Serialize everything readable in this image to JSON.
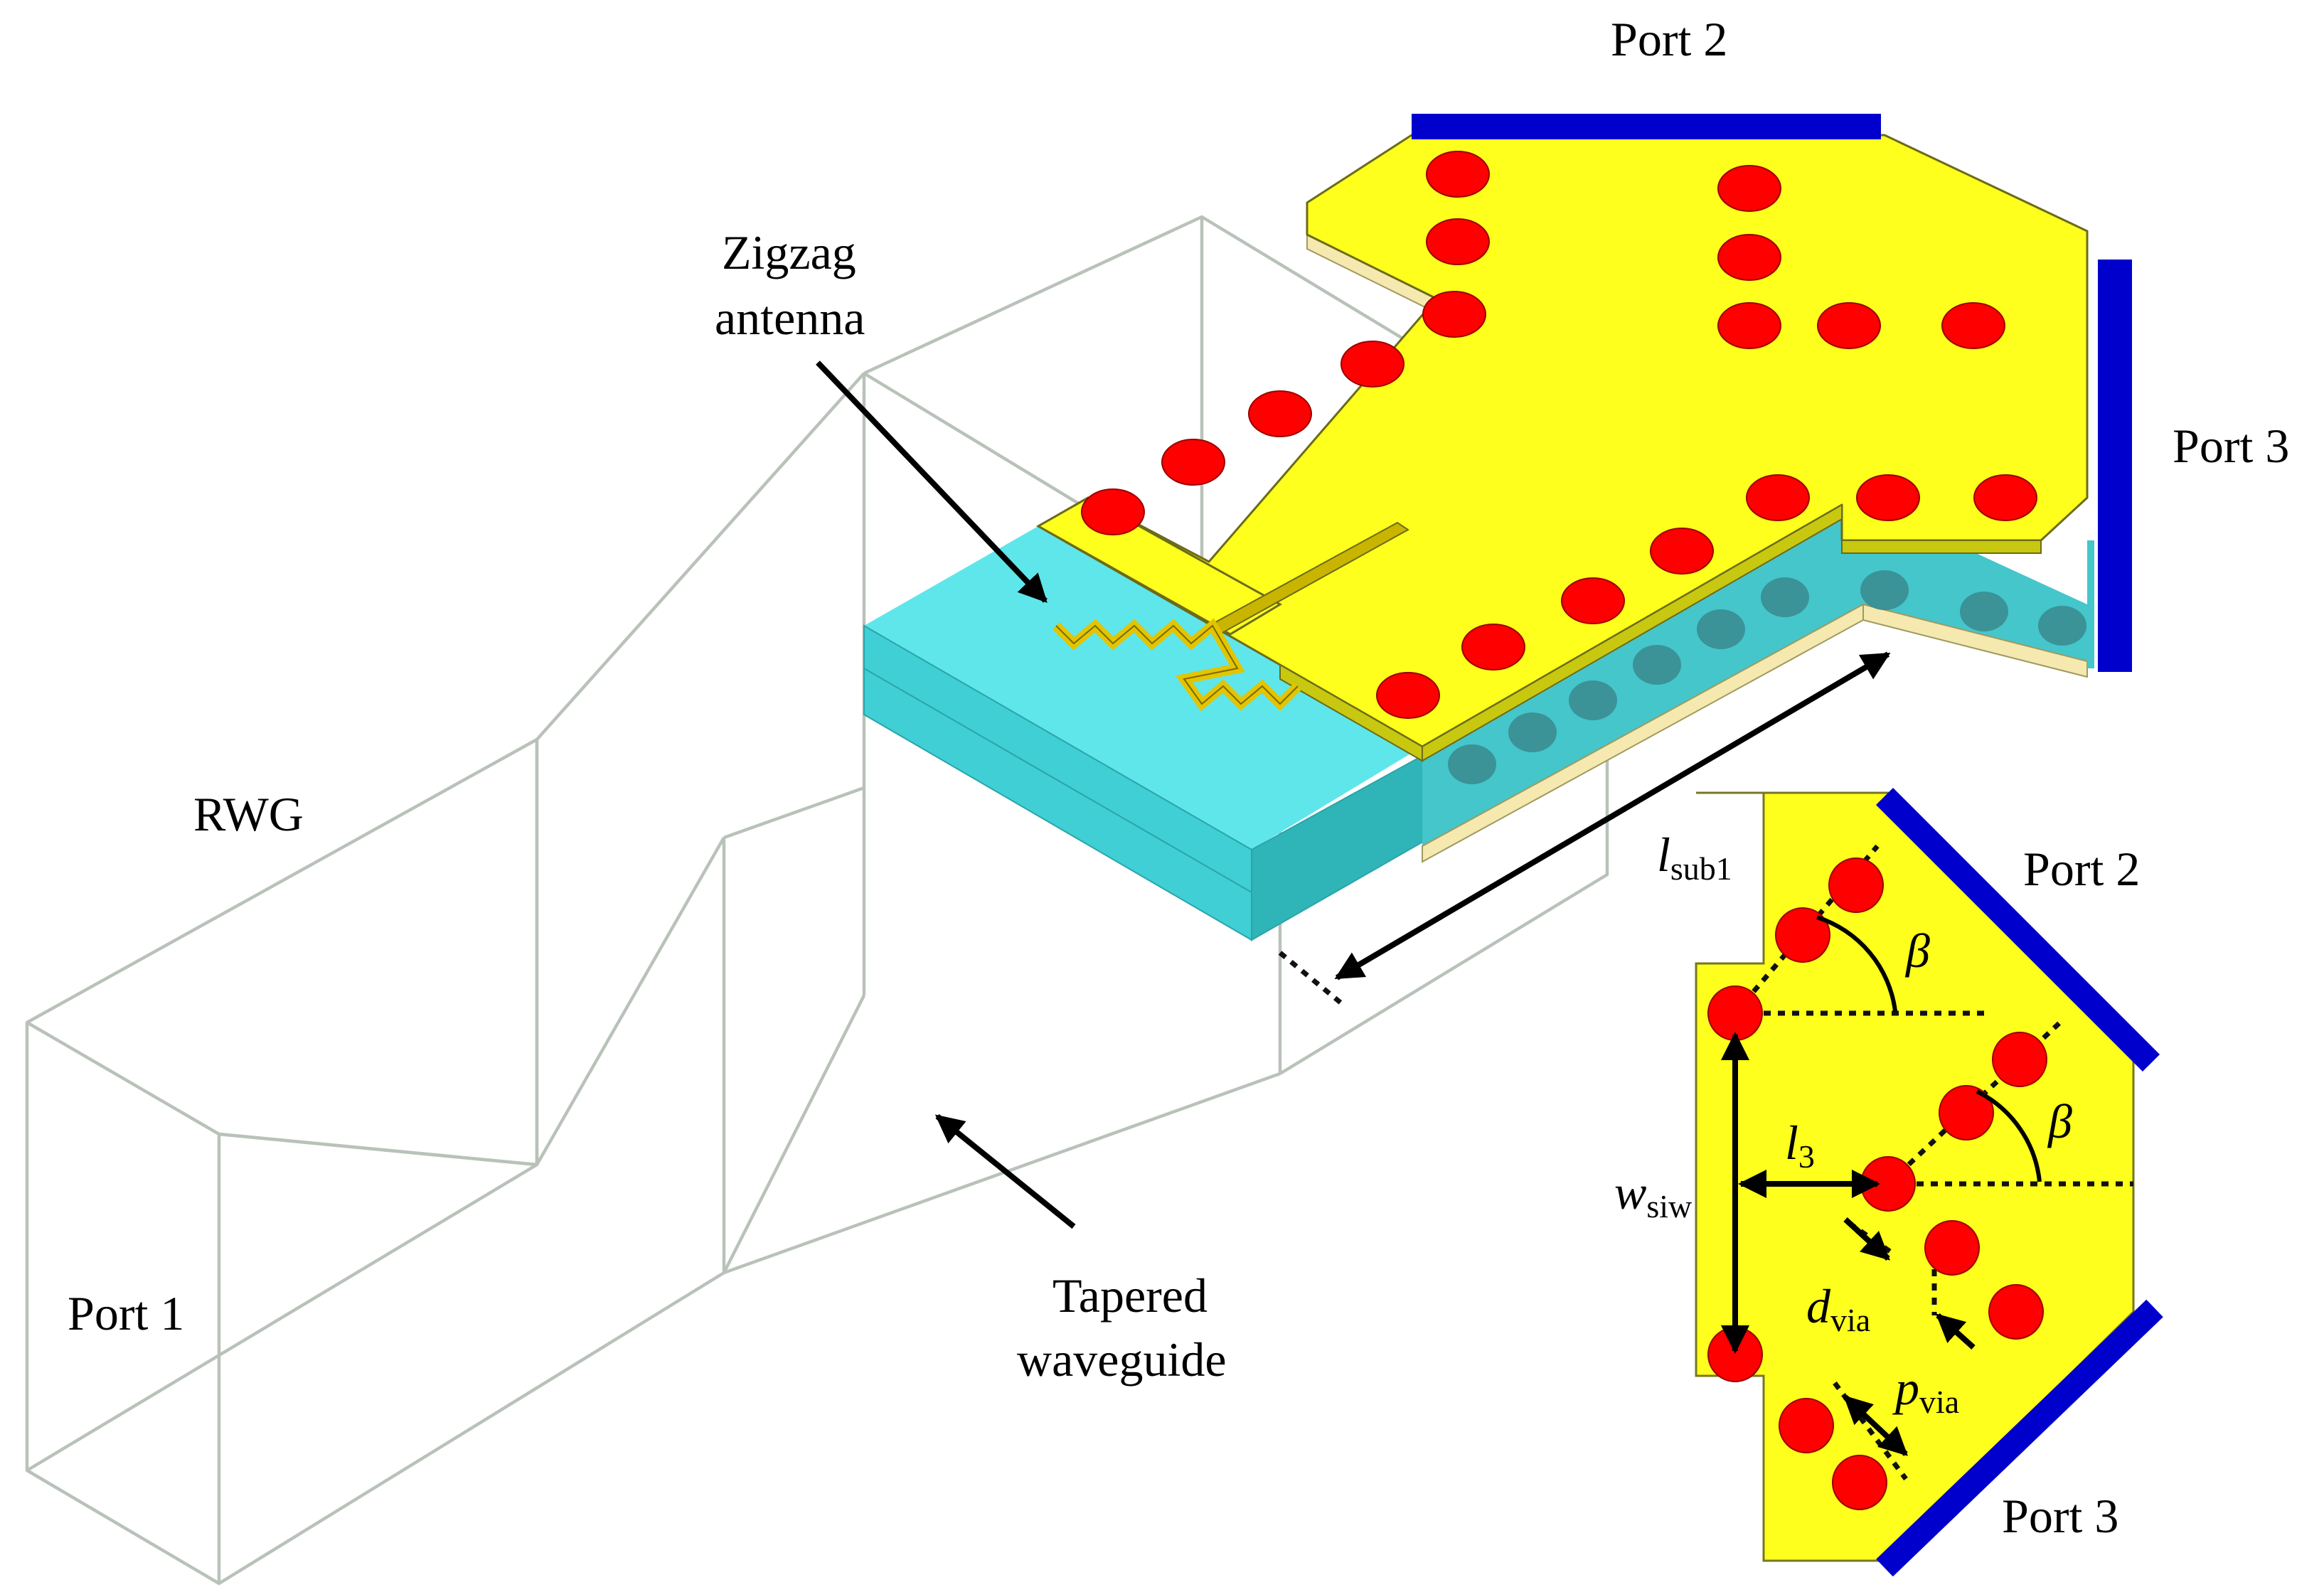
{
  "labels": {
    "port2_top": "Port 2",
    "port3_right": "Port 3",
    "zigzag_line1": "Zigzag",
    "zigzag_line2": "antenna",
    "rwg": "RWG",
    "port1": "Port 1",
    "tapered_line1": "Tapered",
    "tapered_line2": "waveguide",
    "port2_inset": "Port 2",
    "port3_inset": "Port 3"
  },
  "dimensions": {
    "lsub1_main": "l",
    "lsub1_sub": "sub1",
    "beta": "β",
    "l3_main": "l",
    "l3_sub": "3",
    "wsiw_main": "w",
    "wsiw_sub": "siw",
    "dvia_main": "d",
    "dvia_sub": "via",
    "pvia_main": "p",
    "pvia_sub": "via"
  },
  "colors": {
    "copper": "#ffff1e",
    "via": "#ff0000",
    "port": "#0000cc",
    "substrate": "#3fd8dc",
    "wireframe": "#b9c2b9"
  }
}
